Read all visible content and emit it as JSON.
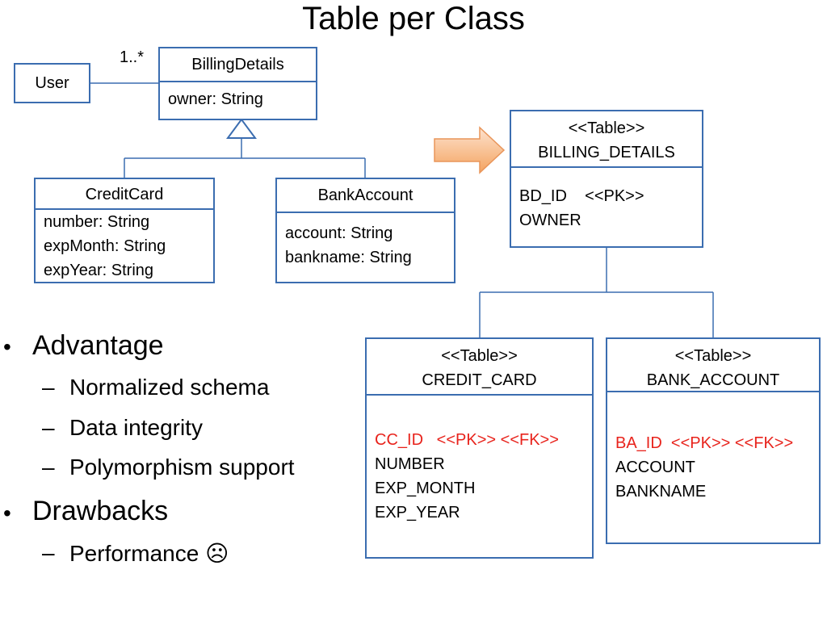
{
  "title": "Table per Class",
  "uml": {
    "user": "User",
    "multiplicity": "1..*",
    "billing_details": {
      "name": "BillingDetails",
      "attributes": [
        "owner: String"
      ]
    },
    "credit_card": {
      "name": "CreditCard",
      "attributes": [
        "number: String",
        "expMonth: String",
        "expYear: String"
      ]
    },
    "bank_account": {
      "name": "BankAccount",
      "attributes": [
        "account: String",
        "bankname: String"
      ]
    }
  },
  "tables": {
    "billing_details": {
      "stereotype": "<<Table>>",
      "name": "BILLING_DETAILS",
      "columns": [
        "BD_ID    <<PK>>",
        "OWNER"
      ]
    },
    "credit_card": {
      "stereotype": "<<Table>>",
      "name": "CREDIT_CARD",
      "key_column": "CC_ID   <<PK>> <<FK>>",
      "columns": [
        "NUMBER",
        "EXP_MONTH",
        "EXP_YEAR"
      ]
    },
    "bank_account": {
      "stereotype": "<<Table>>",
      "name": "BANK_ACCOUNT",
      "key_column": "BA_ID  <<PK>> <<FK>>",
      "columns": [
        "ACCOUNT",
        "BANKNAME"
      ]
    }
  },
  "bullets": {
    "advantage": "Advantage",
    "advantage_items": [
      "Normalized schema",
      "Data integrity",
      "Polymorphism support"
    ],
    "drawbacks": "Drawbacks",
    "drawback_items": [
      "Performance ☹"
    ]
  },
  "colors": {
    "border": "#3b6db0",
    "key_text": "#e8231c",
    "arrow": "#f4a460"
  }
}
